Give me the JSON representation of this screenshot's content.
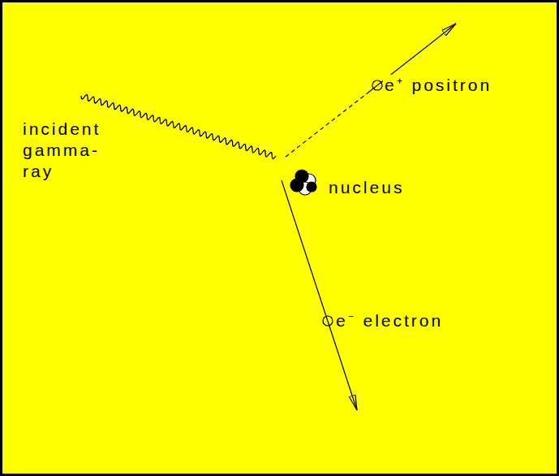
{
  "diagram": {
    "labels": [
      "e⁺ positron",
      "incident gamma-ray",
      "nucleus",
      "e⁻ electron"
    ]
  }
}
